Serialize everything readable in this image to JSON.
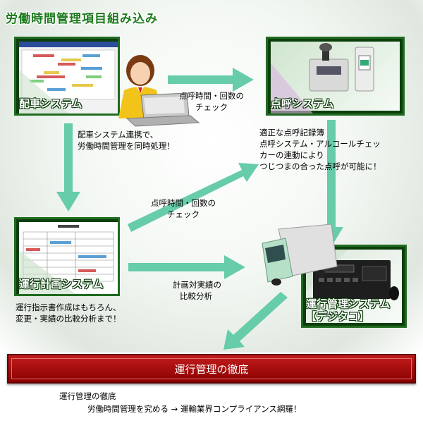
{
  "title": "労働時間管理項目組み込み",
  "panels": {
    "haisha": {
      "label": "配車システム"
    },
    "tenko": {
      "label": "点呼システム"
    },
    "unkou_keikaku": {
      "label": "運行計画システム"
    },
    "digitaco": {
      "label": "運行管理システム",
      "sublabel": "【デジタコ】"
    }
  },
  "notes": {
    "arrow_haisha_tenko": [
      "点呼時間・回数の",
      "チェック"
    ],
    "haisha_desc": [
      "配車システム連携で、",
      "労働時間管理を同時処理！"
    ],
    "tenko_desc": [
      "適正な点呼記録簿",
      "点呼システム・アルコールチェッ",
      "カーの連動により",
      "つじつまの合った点呼が可能に！"
    ],
    "arrow_keikaku_tenko": [
      "点呼時間・回数の",
      "チェック"
    ],
    "arrow_keikaku_truck": [
      "計画対実績の",
      "比較分析"
    ],
    "keikaku_desc": [
      "運行指示書作成はもちろん、",
      "変更・実績の比較分析まで！"
    ]
  },
  "banner": {
    "label": "運行管理の徹底"
  },
  "footer": {
    "line1": "運行管理の徹底",
    "line2": "労働時間管理を究める → 運輸業界コンプライアンス網羅！"
  },
  "colors": {
    "panel_border": "#1f6b1f",
    "arrow": "#66ccaa",
    "title": "#1d7a1d",
    "banner": "#b01010"
  }
}
